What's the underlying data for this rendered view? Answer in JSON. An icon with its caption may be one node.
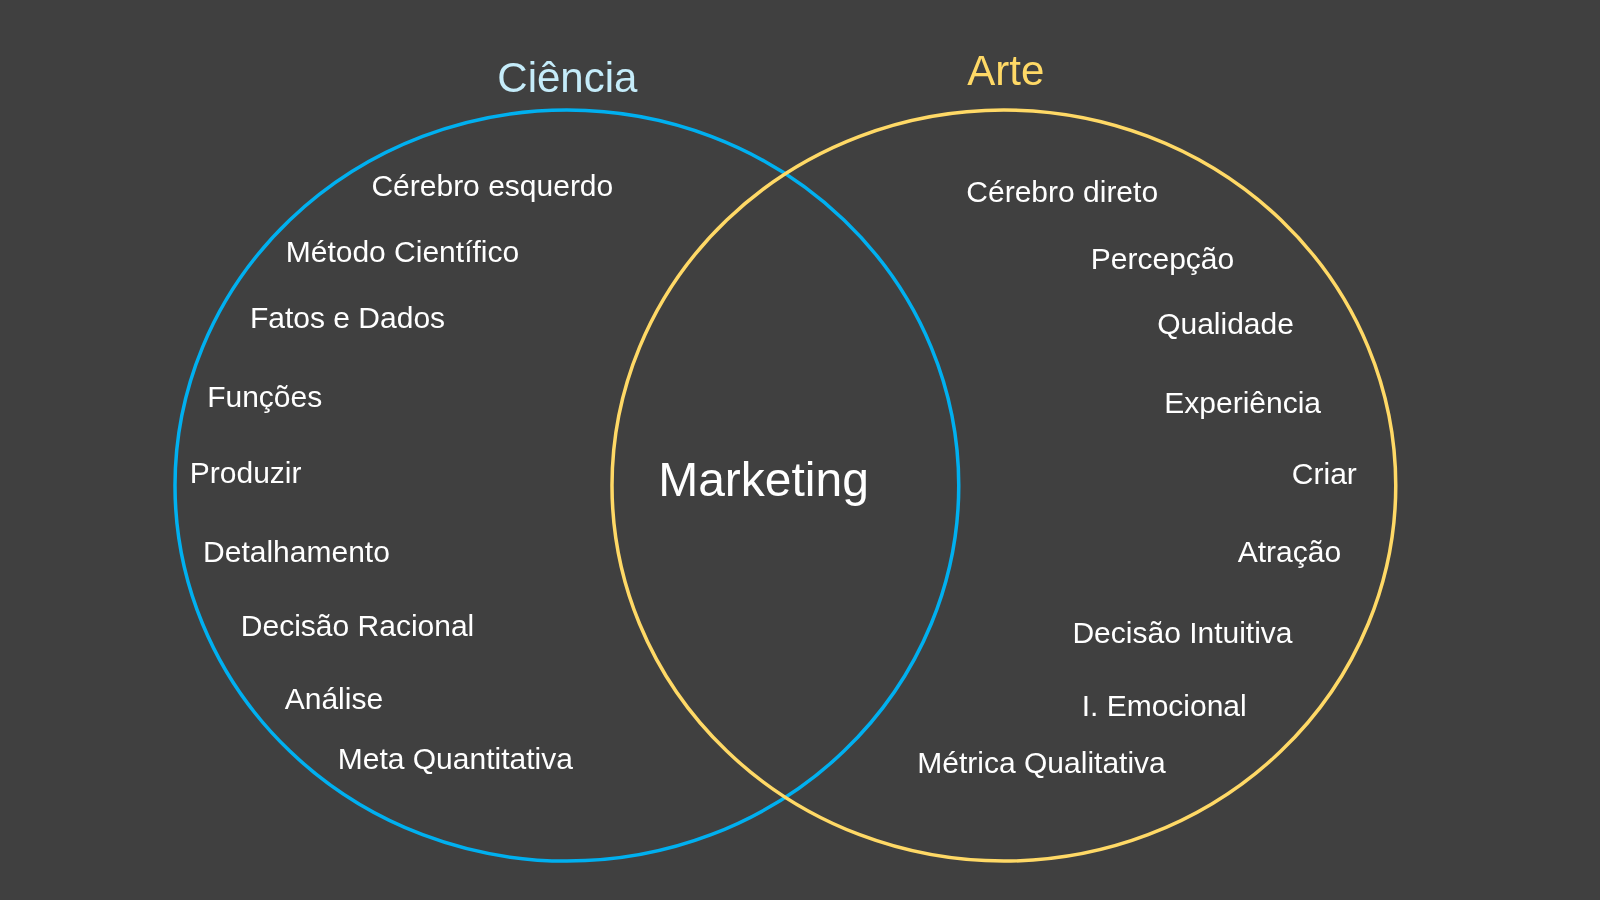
{
  "diagram": {
    "nodes": [
      {
        "text": [
          "Ciência",
          "Cérebro esquerdo",
          "Método Científico",
          "Fatos e Dados",
          "Funções",
          "Produzir",
          "Detalhamento",
          "Decisão Racional",
          "Análise",
          "Meta Quantitativa"
        ]
      },
      {
        "text": [
          "Arte",
          "Cérebro direto",
          "Percepção",
          "Qualidade",
          "Experiência",
          "Criar",
          "Atração",
          "Decisão Intuitiva",
          "I. Emocional",
          "Métrica Qualitativa"
        ]
      }
    ],
    "edges": [],
    "labels": [
      "Marketing"
    ]
  }
}
